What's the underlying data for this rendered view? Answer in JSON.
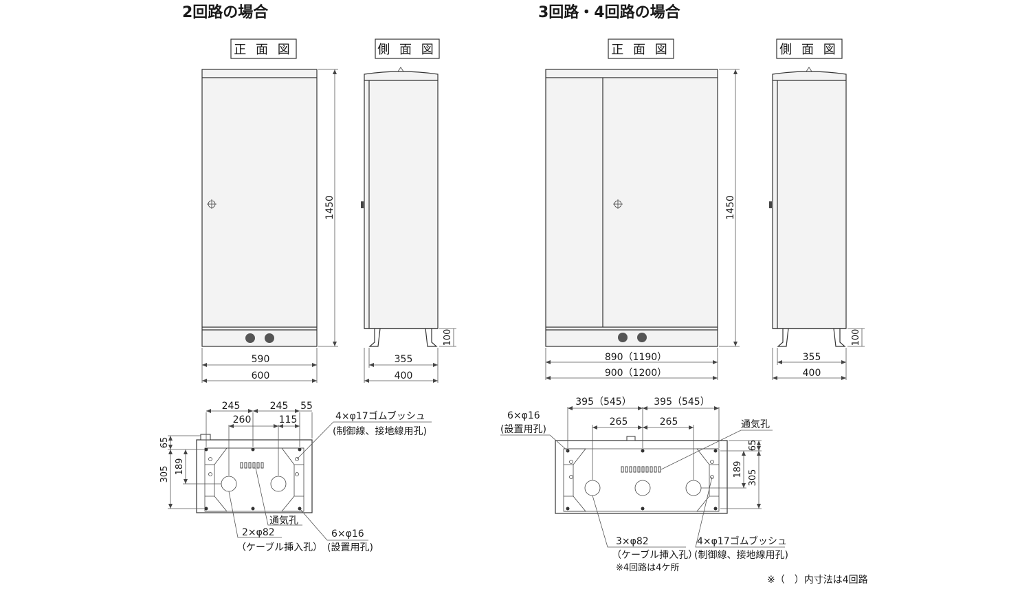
{
  "headings": {
    "two_circuit": "2回路の場合",
    "three_four_circuit": "3回路・4回路の場合"
  },
  "view_labels": {
    "front": "正 面 図",
    "side": "側 面 図"
  },
  "dims": {
    "height": "1450",
    "two": {
      "inner_width": "590",
      "outer_width": "600",
      "side_inner": "355",
      "side_outer": "400",
      "base_height": "100"
    },
    "three": {
      "inner_width": "890（1190）",
      "outer_width": "900（1200）",
      "side_inner": "355",
      "side_outer": "400",
      "base_height": "100"
    }
  },
  "plan_two": {
    "d245a": "245",
    "d245b": "245",
    "d55": "55",
    "d260": "260",
    "d115": "115",
    "d65": "65",
    "d189": "189",
    "d305": "305",
    "bushing": "4×φ17ゴムブッシュ",
    "bushing_note": "(制御線、接地線用孔)",
    "vent": "通気孔",
    "cable": "2×φ82",
    "cable_note": "（ケーブル挿入孔）",
    "install": "6×φ16",
    "install_note": "(設置用孔)"
  },
  "plan_three": {
    "d395a": "395（545）",
    "d395b": "395（545）",
    "d265a": "265",
    "d265b": "265",
    "d65": "65",
    "d189": "189",
    "d305": "305",
    "install": "6×φ16",
    "install_note": "(設置用孔)",
    "vent": "通気孔",
    "cable": "3×φ82",
    "cable_note": "（ケーブル挿入孔）",
    "cable_note2": "※4回路は4ケ所",
    "bushing": "4×φ17ゴムブッシュ",
    "bushing_note": "(制御線、接地線用孔)"
  },
  "footnote": "※（　）内寸法は4回路"
}
